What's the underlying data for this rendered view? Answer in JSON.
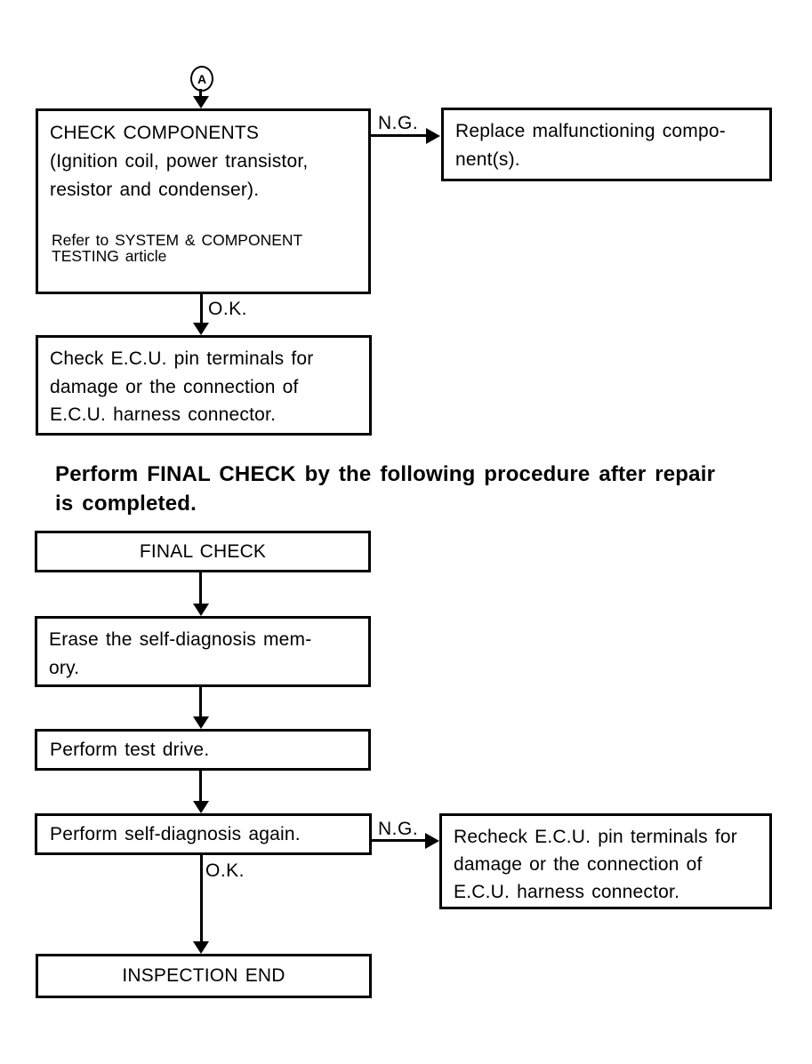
{
  "colors": {
    "ink": "#000000",
    "paper": "#ffffff"
  },
  "connector_a": {
    "label": "A"
  },
  "labels": {
    "ng_top": "N.G.",
    "ok_top": "O.K.",
    "ng_bottom": "N.G.",
    "ok_bottom": "O.K."
  },
  "heading": {
    "line1": "Perform FINAL CHECK by the following procedure after repair",
    "line2": "is completed."
  },
  "boxes": {
    "check_components": {
      "line1": "CHECK COMPONENTS",
      "line2": "(Ignition coil, power transistor,",
      "line3": "resistor and condenser).",
      "note1": "Refer to SYSTEM & COMPONENT",
      "note2": "TESTING article"
    },
    "replace_component": {
      "line1": "Replace malfunctioning compo-",
      "line2": "nent(s)."
    },
    "check_ecu": {
      "line1": "Check E.C.U. pin terminals for",
      "line2": "damage or the connection of",
      "line3": "E.C.U. harness connector."
    },
    "final_check": {
      "label": "FINAL CHECK"
    },
    "erase_memory": {
      "line1": "Erase the self-diagnosis mem-",
      "line2": "ory."
    },
    "test_drive": {
      "label": "Perform test drive."
    },
    "self_diagnosis": {
      "label": "Perform self-diagnosis again."
    },
    "recheck_ecu": {
      "line1": "Recheck E.C.U. pin terminals for",
      "line2": "damage or the connection of",
      "line3": "E.C.U. harness connector."
    },
    "inspection_end": {
      "label": "INSPECTION END"
    }
  }
}
